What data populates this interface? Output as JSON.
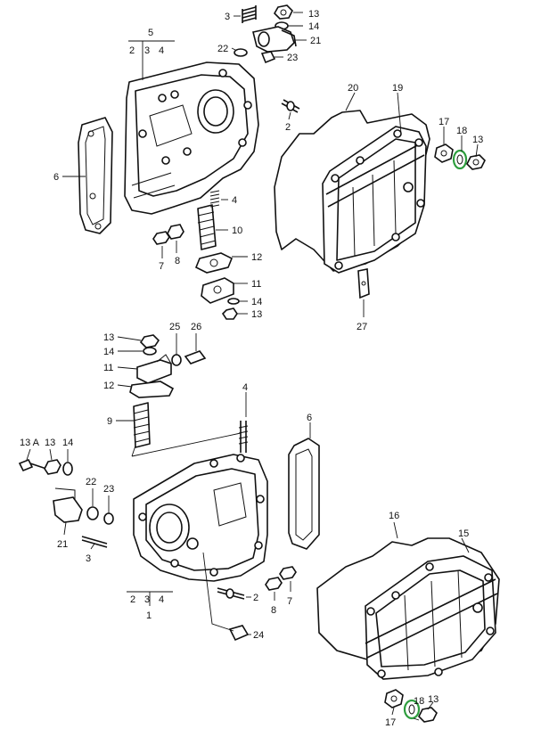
{
  "labels": {
    "top_1": "13",
    "top_2": "14",
    "top_3": "21",
    "top_4": "3",
    "top_5": "22",
    "top_6": "23",
    "top_7": "5",
    "top_8": "2",
    "top_9": "3",
    "top_10": "4",
    "top_11": "6",
    "top_12": "2",
    "top_13": "20",
    "top_14": "19",
    "top_15": "17",
    "top_16": "18",
    "top_17": "13",
    "top_18": "4",
    "top_19": "10",
    "top_20": "7",
    "top_21": "8",
    "top_22": "12",
    "top_23": "11",
    "top_24": "14",
    "top_25": "13",
    "top_26": "27",
    "mid_1": "13",
    "mid_2": "14",
    "mid_3": "25",
    "mid_4": "26",
    "mid_5": "11",
    "mid_6": "12",
    "mid_7": "9",
    "bot_1": "4",
    "bot_2": "6",
    "bot_3": "13 A",
    "bot_4": "13",
    "bot_5": "14",
    "bot_6": "22",
    "bot_7": "23",
    "bot_8": "21",
    "bot_9": "3",
    "bot_10": "2",
    "bot_11": "3",
    "bot_12": "4",
    "bot_13": "1",
    "bot_14": "2",
    "bot_15": "8",
    "bot_16": "7",
    "bot_17": "24",
    "bot_18": "16",
    "bot_19": "15",
    "bot_20": "17",
    "bot_21": "18",
    "bot_22": "13"
  },
  "colors": {
    "line": "#111111",
    "highlight_washer": "#2e9e3e",
    "background": "#ffffff"
  }
}
